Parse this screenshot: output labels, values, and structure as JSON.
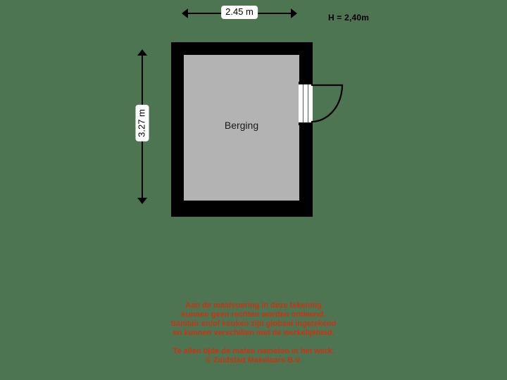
{
  "plan": {
    "background_color": "#4e7552",
    "wall_color": "#000000",
    "interior_color": "#b3b3b3",
    "disclaimer_color": "#cc3311",
    "room_label": "Berging"
  },
  "dimensions": {
    "width_label": "2.45 m",
    "depth_label": "3.27 m",
    "height_note": "H = 2,40m"
  },
  "disclaimer": {
    "line1": "Aan de maatvoering in deze tekening",
    "line2": "kunnen geen rechten worden ontleend.",
    "line3": "Sanitair en/of keuken zijn globaal ingetekend",
    "line4": "en kunnen verschillen met de werkelijkheid.",
    "line5": "Te allen tijde de maten nameten in het werk.",
    "line6": "© Zuidstad Makelaars B.V."
  }
}
